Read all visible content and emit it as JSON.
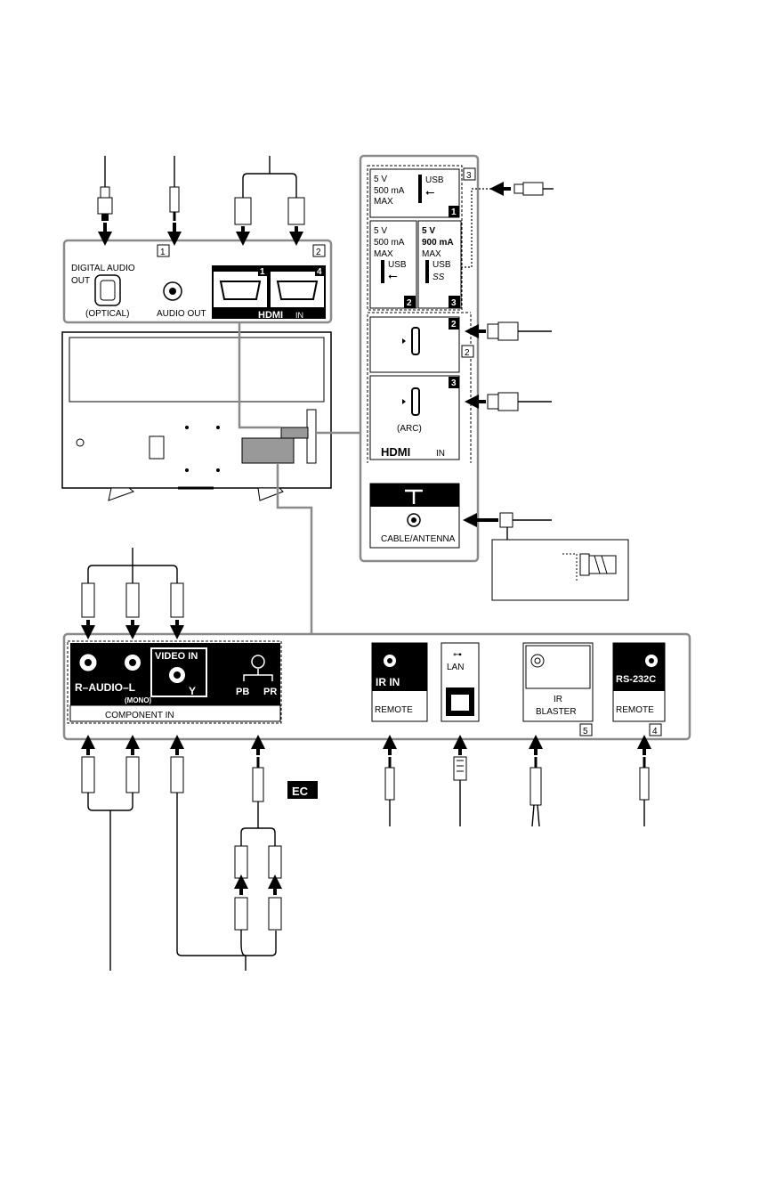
{
  "top_panel": {
    "digital_audio_label": "DIGITAL AUDIO",
    "out_label": "OUT",
    "optical_label": "(OPTICAL)",
    "audio_out_label": "AUDIO OUT",
    "box1": "1",
    "box2": "2",
    "hdmi1_num": "1",
    "hdmi4_num": "4",
    "hdmi_in_logo": "HDMI",
    "hdmi_in_suffix": "IN"
  },
  "side_panel": {
    "usb1_voltage": "5 V",
    "usb1_current": "500 mA",
    "usb1_max": "MAX",
    "usb1_label": "USB",
    "usb1_num": "1",
    "box3": "3",
    "usb2_voltage": "5 V",
    "usb2_current": "500 mA",
    "usb2_max": "MAX",
    "usb2_label": "USB",
    "usb2_num": "2",
    "usb3_voltage": "5 V",
    "usb3_current": "900 mA",
    "usb3_max": "MAX",
    "usb3_label": "USB",
    "usb3_ss": "SS",
    "usb3_num": "3",
    "hdmi2_num": "2",
    "box2b": "2",
    "hdmi3_num": "3",
    "arc_label": "(ARC)",
    "hdmi_in_logo": "HDMI",
    "hdmi_in_suffix": "IN",
    "cable_antenna_label": "CABLE/ANTENNA"
  },
  "bottom_panel": {
    "r_audio_label": "R–AUDIO–L",
    "mono_label": "(MONO)",
    "video_in_label": "VIDEO IN",
    "y_label": "Y",
    "pb_label": "PB",
    "pr_label": "PR",
    "component_in_label": "COMPONENT IN",
    "ir_in_label": "IR IN",
    "ir_remote_label": "REMOTE",
    "lan_label": "LAN",
    "ir_blaster_label": "IR",
    "ir_blaster_label2": "BLASTER",
    "box5": "5",
    "rs232c_label": "RS-232C",
    "rs_remote_label": "REMOTE",
    "box4": "4",
    "ec_badge": "EC"
  }
}
